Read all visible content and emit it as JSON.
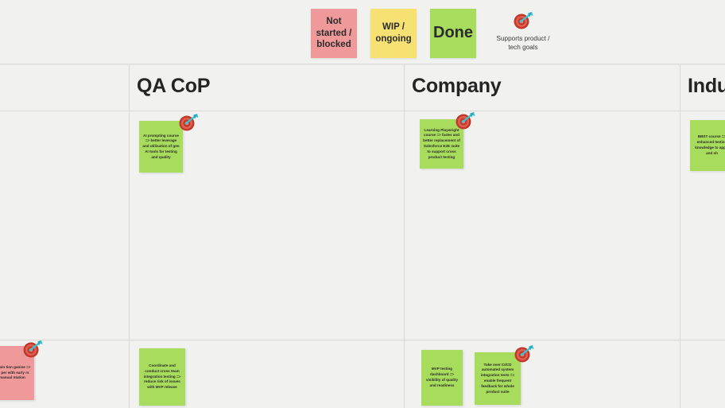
{
  "legend": {
    "items": [
      {
        "id": "not-started",
        "label": "Not started / blocked",
        "color": "#f0999a"
      },
      {
        "id": "wip",
        "label": "WIP / ongoing",
        "color": "#f8e173"
      },
      {
        "id": "done",
        "label": "Done",
        "color": "#a8dc5d"
      }
    ],
    "goal": {
      "icon": "dartboard-icon",
      "caption": "Supports product / tech goals",
      "icon_color": "#c0392b",
      "dart_color": "#35c6d4"
    }
  },
  "columns": [
    {
      "id": "qa-cop",
      "title": "QA CoP"
    },
    {
      "id": "company",
      "title": "Company"
    },
    {
      "id": "industry",
      "title": "Industry"
    }
  ],
  "notes": [
    {
      "id": "note-qa-1",
      "column": "qa-cop",
      "row": "top",
      "status": "done",
      "color": "#a8dc5d",
      "text": "AI prompting course => better leverage and utilisation of gen AI tools for testing and quality",
      "has_goal_badge": true
    },
    {
      "id": "note-co-1",
      "column": "company",
      "row": "top",
      "status": "done",
      "color": "#a8dc5d",
      "text": "Learning Playwright course => faster and better replacement of Salesforce E2E suite to support cross product testing",
      "has_goal_badge": true
    },
    {
      "id": "note-ind-1",
      "column": "industry",
      "row": "top",
      "status": "done",
      "color": "#a8dc5d",
      "text": "BBST course => enhanced testing knowledge to apply and sh",
      "has_goal_badge": false
    },
    {
      "id": "note-left-b",
      "column": "cut-off-left",
      "row": "bottom",
      "status": "not-started",
      "color": "#f0999a",
      "text": "ustain tion ganise => on per with early rs manual ntation",
      "has_goal_badge": true
    },
    {
      "id": "note-qa-b",
      "column": "qa-cop",
      "row": "bottom",
      "status": "done",
      "color": "#a8dc5d",
      "text": "Coordinate and conduct cross team integration testing => reduce risk of issues with MVP release",
      "has_goal_badge": false
    },
    {
      "id": "note-co-b1",
      "column": "company",
      "row": "bottom",
      "status": "done",
      "color": "#a8dc5d",
      "text": "MVP testing dashboard => visibility of quality and readiness",
      "has_goal_badge": false
    },
    {
      "id": "note-co-b2",
      "column": "company",
      "row": "bottom",
      "status": "done",
      "color": "#a8dc5d",
      "text": "Take over CI/CD automated system integration tests => enable frequent feedback for whole product suite",
      "has_goal_badge": true
    }
  ]
}
